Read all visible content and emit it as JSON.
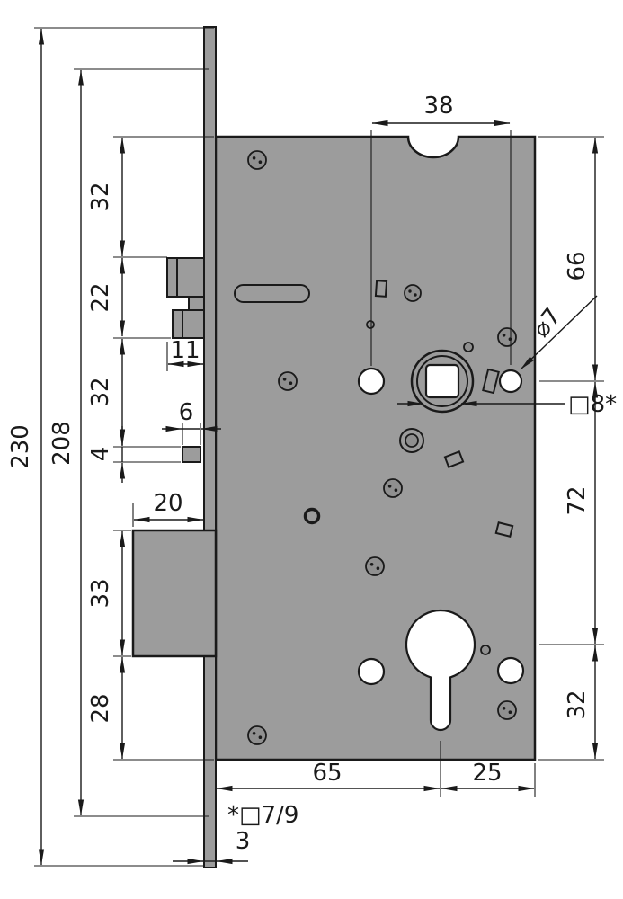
{
  "colors": {
    "background": "#ffffff",
    "case_fill": "#9c9c9c",
    "hole_fill": "#ffffff",
    "screw_fill": "#8f8f8f",
    "line_color": "#1a1a1a"
  },
  "labels": {
    "d230": "230",
    "d208": "208",
    "d32_top": "32",
    "d22": "22",
    "d32_mid": "32",
    "d4": "4",
    "d33": "33",
    "d28": "28",
    "d11": "11",
    "d6": "6",
    "d20": "20",
    "d38": "38",
    "d66": "66",
    "dia7": "⌀7",
    "sq8": "□8*",
    "d72": "72",
    "d32_right": "32",
    "d65": "65",
    "d25": "25",
    "note": "*□7/9",
    "d3": "3"
  }
}
